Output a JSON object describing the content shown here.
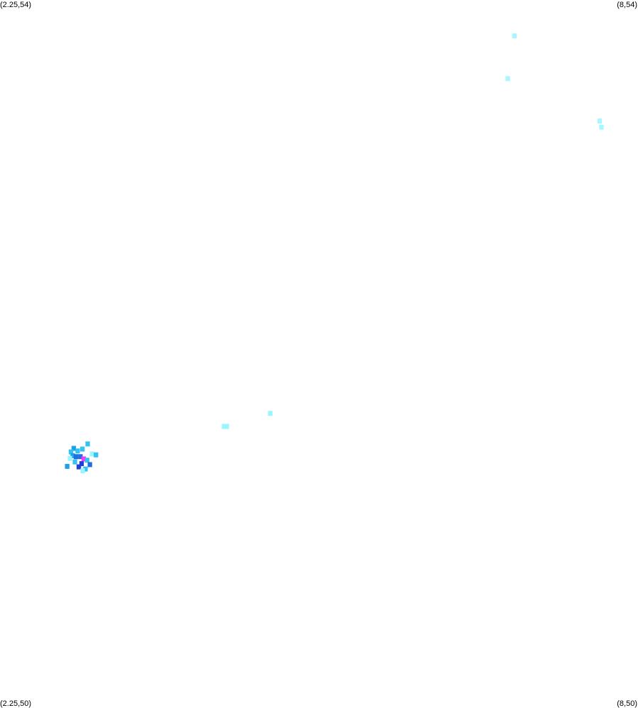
{
  "labels": {
    "top_left": "(2.25,54)",
    "top_right": "(8,54)",
    "bottom_left": "(2.25,50)",
    "bottom_right": "(8,50)"
  },
  "chart_data": {
    "type": "heatmap",
    "xlim": [
      2.25,
      8
    ],
    "ylim": [
      50,
      54
    ],
    "grid": false,
    "legend": "none",
    "bin": [
      0.04,
      0.028
    ],
    "colors": {
      "cyan": "#99f5ff",
      "light_cyan": "#a6f7ff",
      "sky": "#33c2f2",
      "medium": "#1fa0e8",
      "blue": "#1f6fe0",
      "deep_blue": "#1f40d8",
      "magenta": "#ff33ff"
    },
    "points": [
      {
        "x": 6.886,
        "y": 53.797,
        "c": "light_cyan"
      },
      {
        "x": 6.826,
        "y": 53.555,
        "c": "light_cyan"
      },
      {
        "x": 7.655,
        "y": 53.315,
        "c": "light_cyan"
      },
      {
        "x": 7.67,
        "y": 53.28,
        "c": "light_cyan"
      },
      {
        "x": 4.685,
        "y": 51.66,
        "c": "cyan"
      },
      {
        "x": 4.269,
        "y": 51.586,
        "c": "cyan"
      },
      {
        "x": 4.293,
        "y": 51.586,
        "c": "cyan"
      },
      {
        "x": 3.04,
        "y": 51.487,
        "c": "sky"
      },
      {
        "x": 2.915,
        "y": 51.462,
        "c": "medium"
      },
      {
        "x": 2.993,
        "y": 51.458,
        "c": "sky"
      },
      {
        "x": 2.89,
        "y": 51.442,
        "c": "sky"
      },
      {
        "x": 2.95,
        "y": 51.447,
        "c": "sky"
      },
      {
        "x": 3.08,
        "y": 51.43,
        "c": "cyan"
      },
      {
        "x": 3.115,
        "y": 51.425,
        "c": "sky"
      },
      {
        "x": 2.905,
        "y": 51.42,
        "c": "medium"
      },
      {
        "x": 2.935,
        "y": 51.415,
        "c": "blue"
      },
      {
        "x": 2.975,
        "y": 51.415,
        "c": "blue"
      },
      {
        "x": 3.005,
        "y": 51.402,
        "c": "magenta"
      },
      {
        "x": 3.035,
        "y": 51.395,
        "c": "sky"
      },
      {
        "x": 2.88,
        "y": 51.405,
        "c": "cyan"
      },
      {
        "x": 2.925,
        "y": 51.385,
        "c": "sky"
      },
      {
        "x": 2.985,
        "y": 51.375,
        "c": "deep_blue"
      },
      {
        "x": 3.06,
        "y": 51.37,
        "c": "blue"
      },
      {
        "x": 2.855,
        "y": 51.36,
        "c": "medium"
      },
      {
        "x": 2.96,
        "y": 51.357,
        "c": "deep_blue"
      },
      {
        "x": 3.02,
        "y": 51.345,
        "c": "sky"
      },
      {
        "x": 2.995,
        "y": 51.335,
        "c": "cyan"
      }
    ]
  }
}
